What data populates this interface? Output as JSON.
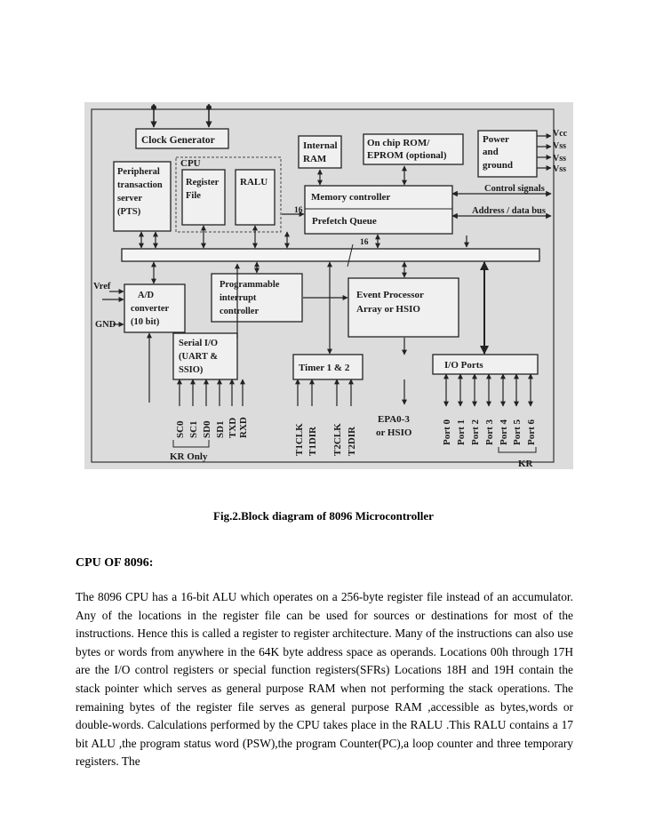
{
  "diagram": {
    "clock_generator": "Clock Generator",
    "internal_ram": [
      "Internal",
      "RAM"
    ],
    "rom": [
      "On chip ROM/",
      "EPROM (optional)"
    ],
    "power": [
      "Power",
      "and",
      "ground"
    ],
    "vcc": "Vcc",
    "vss": "Vss",
    "cpu": "CPU",
    "pts": [
      "Peripheral",
      "transaction",
      "server",
      "(PTS)"
    ],
    "register_file": [
      "Register",
      "File"
    ],
    "ralu": "RALU",
    "memory_controller": "Memory controller",
    "prefetch_queue": "Prefetch Queue",
    "control_signals": "Control signals",
    "address_data_bus": "Address / data bus",
    "bus_width": "16",
    "vref": "Vref",
    "gnd": "GND",
    "adc": [
      "A/D",
      "converter",
      "(10 bit)"
    ],
    "pic": [
      "Programmable",
      "interrupt",
      "controller"
    ],
    "event_processor": [
      "Event Processor",
      "Array or HSIO"
    ],
    "serial_io": [
      "Serial I/O",
      "(UART &",
      "SSIO)"
    ],
    "timer": "Timer 1 & 2",
    "io_ports": "I/O Ports",
    "serial_pins": [
      "SC0",
      "SC1",
      "SD0",
      "SD1",
      "TXD",
      "RXD"
    ],
    "timer_pins": [
      "T1CLK",
      "T1DIR",
      "T2CLK",
      "T2DIR"
    ],
    "epa": [
      "EPA0-3",
      "or HSIO"
    ],
    "ports": [
      "Port 0",
      "Port 1",
      "Port 2",
      "Port 3",
      "Port 4",
      "Port 5",
      "Port 6"
    ],
    "kr_only": "KR Only",
    "kr": "KR"
  },
  "caption": "Fig.2.Block diagram of 8096 Microcontroller",
  "heading": "CPU OF 8096:",
  "body": " The 8096 CPU has a 16-bit ALU which operates on a 256-byte register file instead of an accumulator. Any of the locations in the register file can be used for sources or destinations for most of the instructions. Hence this is called a register to register architecture. Many of the instructions can also use bytes or words from anywhere in the 64K byte address space as operands. Locations 00h through 17H are the I/O control registers or special function registers(SFRs) Locations 18H and 19H contain the stack pointer which serves as general purpose RAM when not performing the stack operations. The remaining bytes of the register file serves as general purpose RAM ,accessible as bytes,words or double-words. Calculations performed by the CPU takes place in the RALU .This RALU contains a 17 bit ALU ,the program status word (PSW),the program Counter(PC),a loop counter and three temporary registers. The"
}
